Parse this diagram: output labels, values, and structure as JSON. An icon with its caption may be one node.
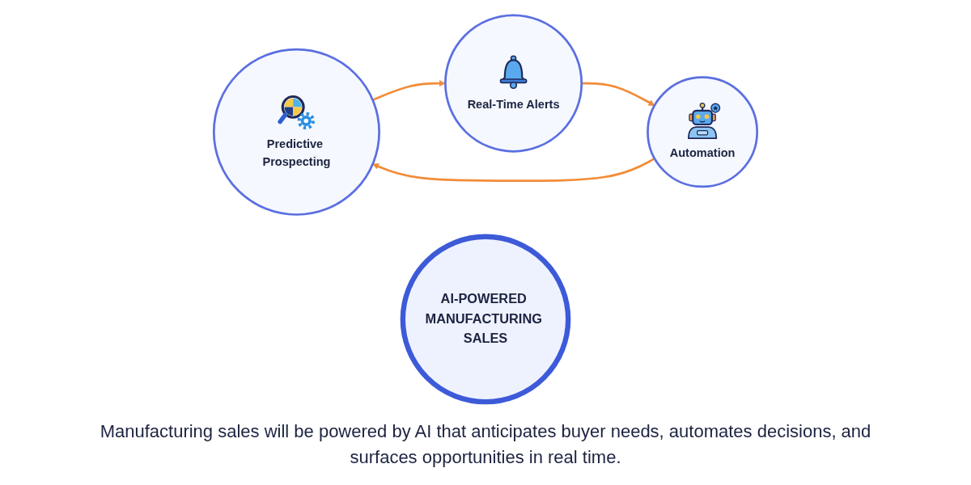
{
  "diagram": {
    "nodes": [
      {
        "text": [
          "Predictive Prospecting"
        ]
      },
      {
        "text": [
          "AI-POWERED MANUFACTURING SALES"
        ]
      },
      {
        "text": [
          "Real-Time Alerts"
        ]
      },
      {
        "text": [
          "Automation"
        ]
      }
    ],
    "edges": [
      {
        "from": 0,
        "to": 2,
        "arrow": "to"
      },
      {
        "from": 2,
        "to": 3,
        "arrow": "to"
      },
      {
        "from": 3,
        "to": 0,
        "arrow": "to"
      }
    ],
    "caption": "Manufacturing sales will be powered by AI that anticipates buyer needs, automates decisions, and surfaces opportunities in real time."
  }
}
